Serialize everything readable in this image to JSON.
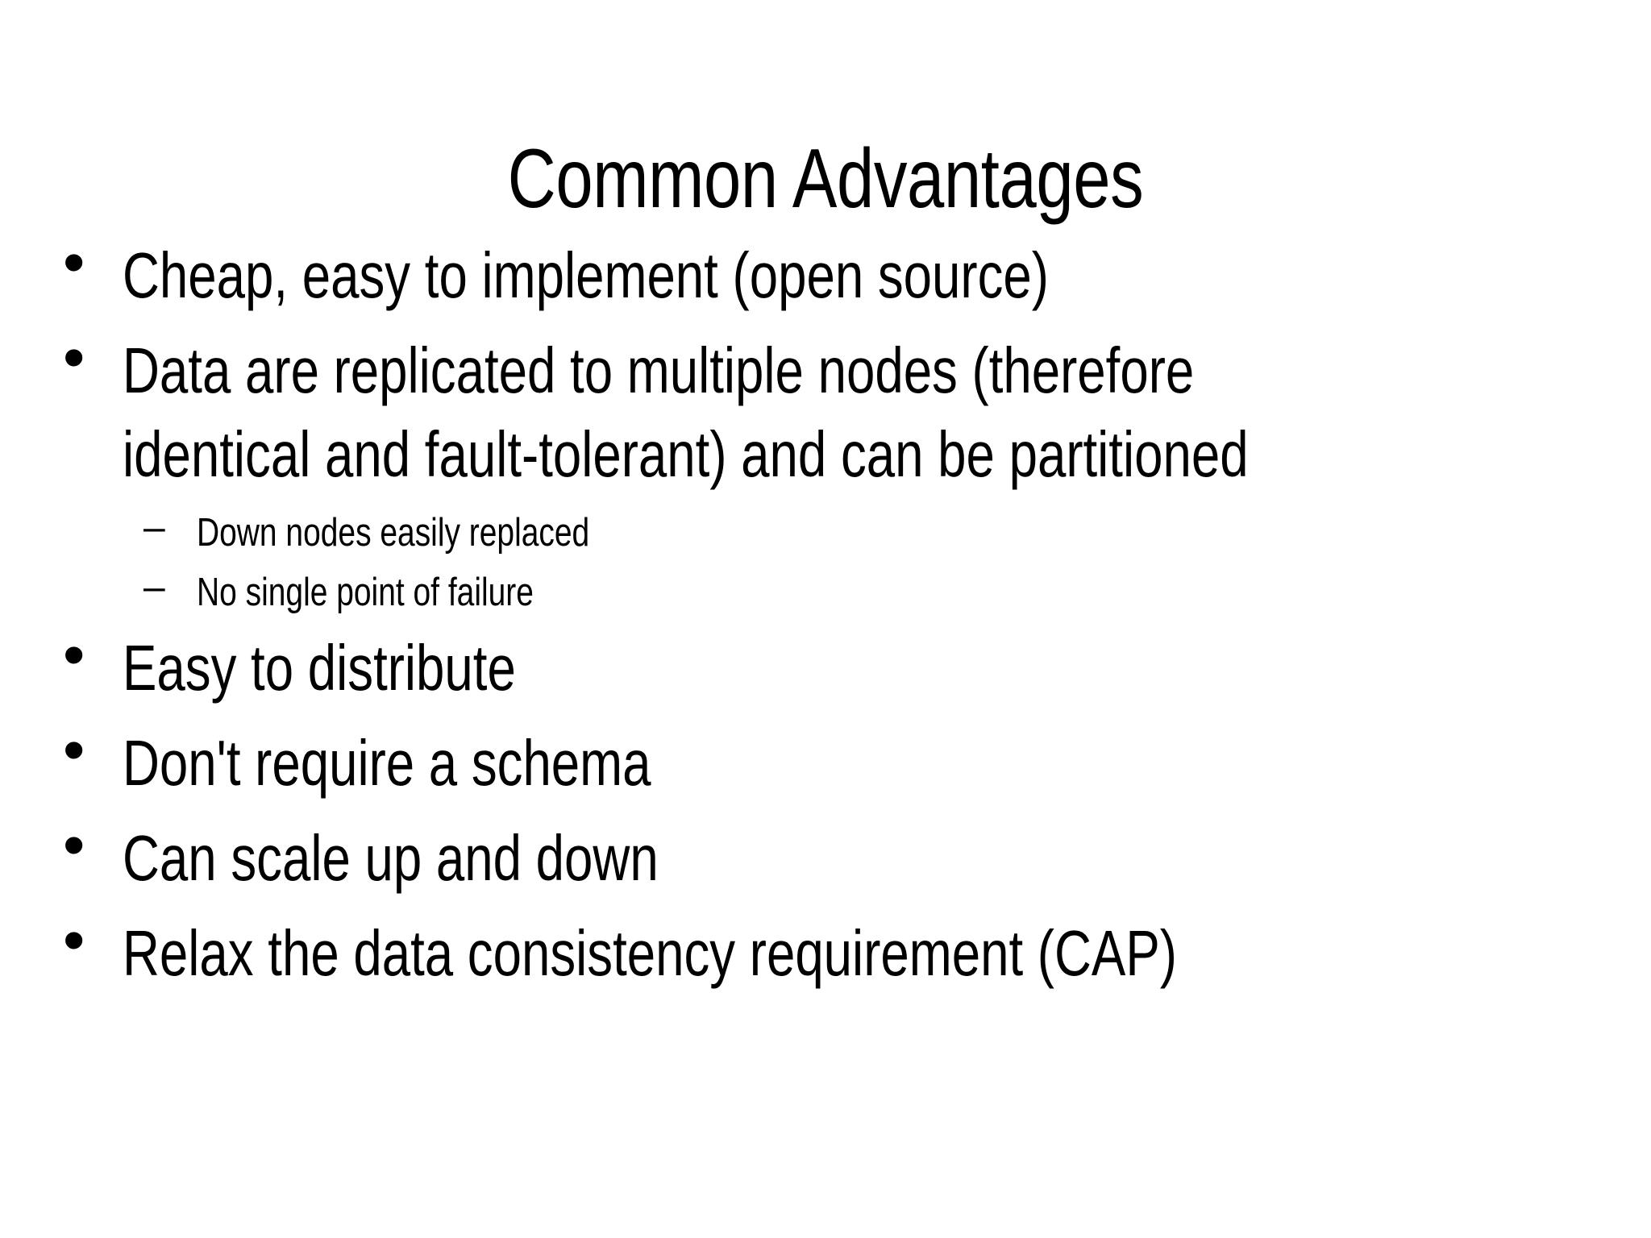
{
  "slide": {
    "background_color": "#ffffff",
    "text_color": "#000000",
    "title": "Common Advantages",
    "bullet_marker_level1": "•",
    "bullet_marker_level2": "–",
    "bullets": [
      {
        "level": 1,
        "text": "Cheap, easy to implement (open source)"
      },
      {
        "level": 1,
        "text": "Data are replicated to multiple nodes (therefore identical and fault-tolerant) and can be partitioned"
      },
      {
        "level": 2,
        "text": "Down nodes easily replaced"
      },
      {
        "level": 2,
        "text": "No single point of failure"
      },
      {
        "level": 1,
        "text": "Easy to distribute"
      },
      {
        "level": 1,
        "text": "Don't require a schema"
      },
      {
        "level": 1,
        "text": "Can scale up and down"
      },
      {
        "level": 1,
        "text": "Relax the data consistency requirement (CAP)"
      }
    ]
  }
}
